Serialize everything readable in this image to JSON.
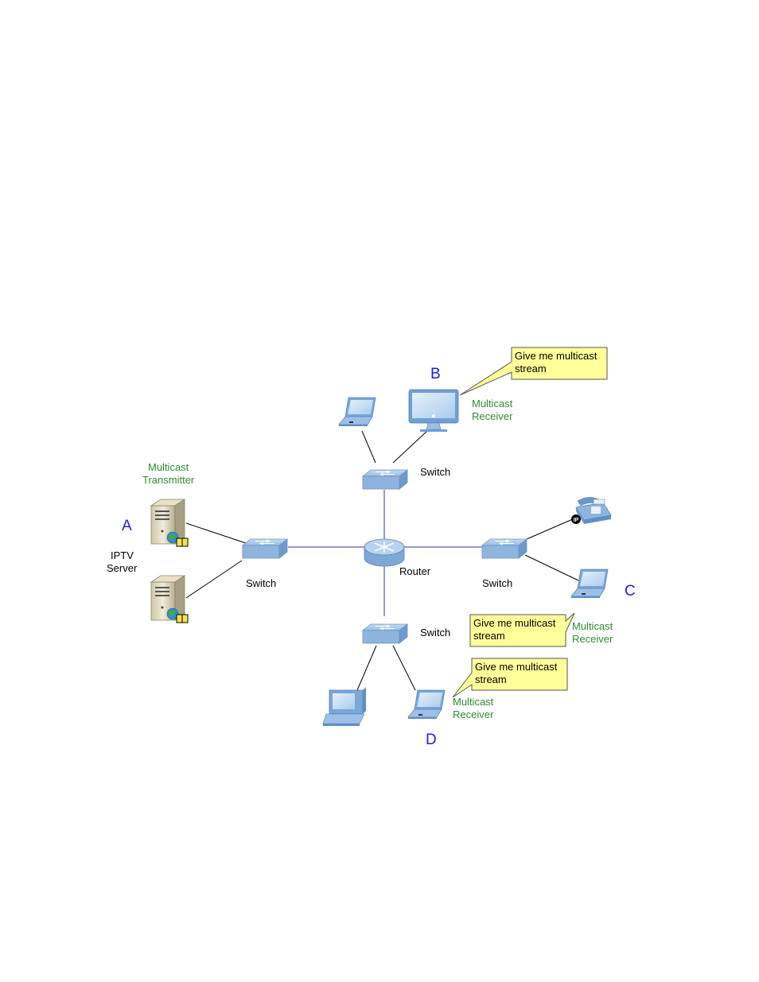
{
  "nodes": {
    "a": {
      "letter": "A",
      "role_line1": "Multicast",
      "role_line2": "Transmitter",
      "name_line1": "IPTV",
      "name_line2": "Server"
    },
    "b": {
      "letter": "B",
      "role_line1": "Multicast",
      "role_line2": "Receiver"
    },
    "c": {
      "letter": "C",
      "role_line1": "Multicast",
      "role_line2": "Receiver"
    },
    "d": {
      "letter": "D",
      "role_line1": "Multicast",
      "role_line2": "Receiver"
    }
  },
  "devices": {
    "router_label": "Router",
    "switch_top_label": "Switch",
    "switch_left_label": "Switch",
    "switch_right_label": "Switch",
    "switch_bottom_label": "Switch",
    "ip_phone_badge": "IP"
  },
  "callouts": {
    "b": {
      "line1": "Give me multicast",
      "line2": "stream"
    },
    "c": {
      "line1": "Give me multicast",
      "line2": "stream"
    },
    "d": {
      "line1": "Give me multicast",
      "line2": "stream"
    }
  },
  "colors": {
    "link_blue": "#3333aa",
    "link_black": "#000000",
    "letter_blue": "#1a1aff",
    "role_green": "#2e8b2e",
    "callout_yellow": "#ffff99",
    "device_blue": "#8fb5de"
  }
}
